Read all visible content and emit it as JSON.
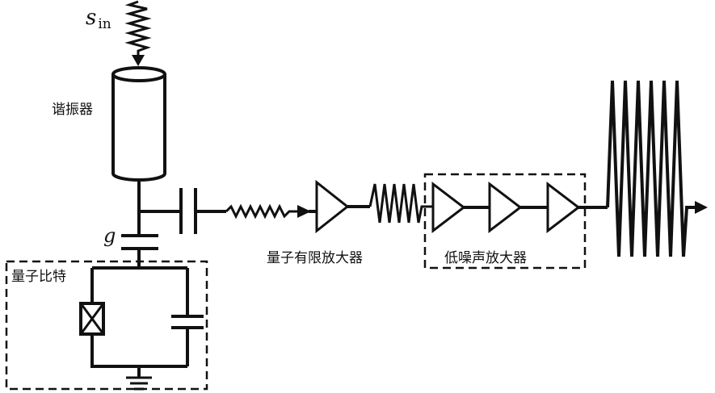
{
  "labels": {
    "input_signal": "s",
    "input_signal_sub": "in",
    "resonator": "谐振器",
    "coupling": "g",
    "qubit": "量子比特",
    "quantum_limited_amp": "量子有限放大器",
    "low_noise_amp": "低噪声放大器"
  }
}
